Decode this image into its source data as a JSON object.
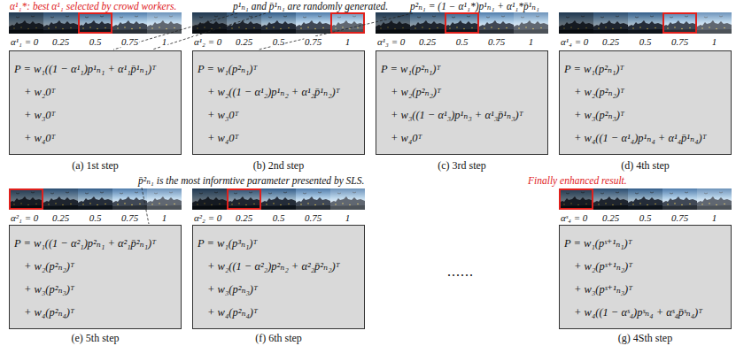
{
  "diagram": {
    "nodes": [
      {
        "text": [
          "P = w₁((1 − α¹₁)p¹ₙ₁ + α¹₁p̄¹ₙ₁)ᵀ",
          "+ w₂0ᵀ",
          "+ w₃0ᵀ",
          "+ w₄0ᵀ"
        ]
      },
      {
        "text": [
          "P = w₁(p²ₙ₁)ᵀ",
          "+ w₂((1 − α¹₂)p¹ₙ₂ + α¹₂p̄¹ₙ₂)ᵀ",
          "+ w₃0ᵀ",
          "+ w₄0ᵀ"
        ]
      },
      {
        "text": [
          "P = w₁(p²ₙ₁)ᵀ",
          "+ w₂(p²ₙ₂)ᵀ",
          "+ w₃((1 − α¹₃)p¹ₙ₃ + α¹₃p̄¹ₙ₃)ᵀ",
          "+ w₄0ᵀ"
        ]
      },
      {
        "text": [
          "P = w₁(p²ₙ₁)ᵀ",
          "+ w₂(p²ₙ₂)ᵀ",
          "+ w₃(p²ₙ₃)ᵀ",
          "+ w₄((1 − α¹₄)p¹ₙ₄ + α¹₄p̄¹ₙ₄)ᵀ"
        ]
      },
      {
        "text": [
          "P = w₁((1 − α²₁)p²ₙ₁ + α²₁p̄²ₙ₁)ᵀ",
          "+ w₂(p²ₙ₂)ᵀ",
          "+ w₃(p²ₙ₃)ᵀ",
          "+ w₄(p²ₙ₄)ᵀ"
        ]
      },
      {
        "text": [
          "P = w₁(p³ₙ₁)ᵀ",
          "+ w₂((1 − α²₂)p²ₙ₂ + α²₂p̄²ₙ₂)ᵀ",
          "+ w₃(p²ₙ₃)ᵀ",
          "+ w₄(p²ₙ₄)ᵀ"
        ]
      },
      {
        "text": [
          "P = w₁(pˢ⁺¹ₙ₁)ᵀ",
          "+ w₂(pˢ⁺¹ₙ₂)ᵀ",
          "+ w₃(pˢ⁺¹ₙ₃)ᵀ",
          "+ w₄((1 − αˢ₄)pˢₙ₄ + αˢ₄p̄ˢₙ₄)ᵀ"
        ]
      }
    ],
    "labels": [
      "α¹₁*: best α¹₁ selected by crowd workers.",
      "p¹ₙ₁ and p̄¹ₙ₁ are randomly generated.",
      "p²ₙ₁ = (1 − α¹₁*)p¹ₙ₁ + α¹₁*p̄¹ₙ₁",
      "α¹₁ = 0",
      "0.25",
      "0.5",
      "0.75",
      "1",
      "α¹₂ = 0",
      "0.25",
      "0.5",
      "0.75",
      "1",
      "α¹₃ = 0",
      "0.25",
      "0.5",
      "0.75",
      "1",
      "α¹₄ = 0",
      "0.25",
      "0.5",
      "0.75",
      "1",
      "(a) 1st step",
      "(b) 2nd step",
      "(c) 3rd step",
      "(d) 4th step",
      "p̄²ₙ₁ is the most informtive parameter presented by SLS.",
      "Finally enhanced result.",
      "α²₁ = 0",
      "0.25",
      "0.5",
      "0.75",
      "1",
      "α²₂ = 0",
      "0.25",
      "0.5",
      "0.75",
      "1",
      "αˢ₄ = 0",
      "0.25",
      "0.5",
      "0.75",
      "1",
      "......",
      "(e) 5th step",
      "(f) 6th step",
      "(g) 4Sth step"
    ]
  }
}
